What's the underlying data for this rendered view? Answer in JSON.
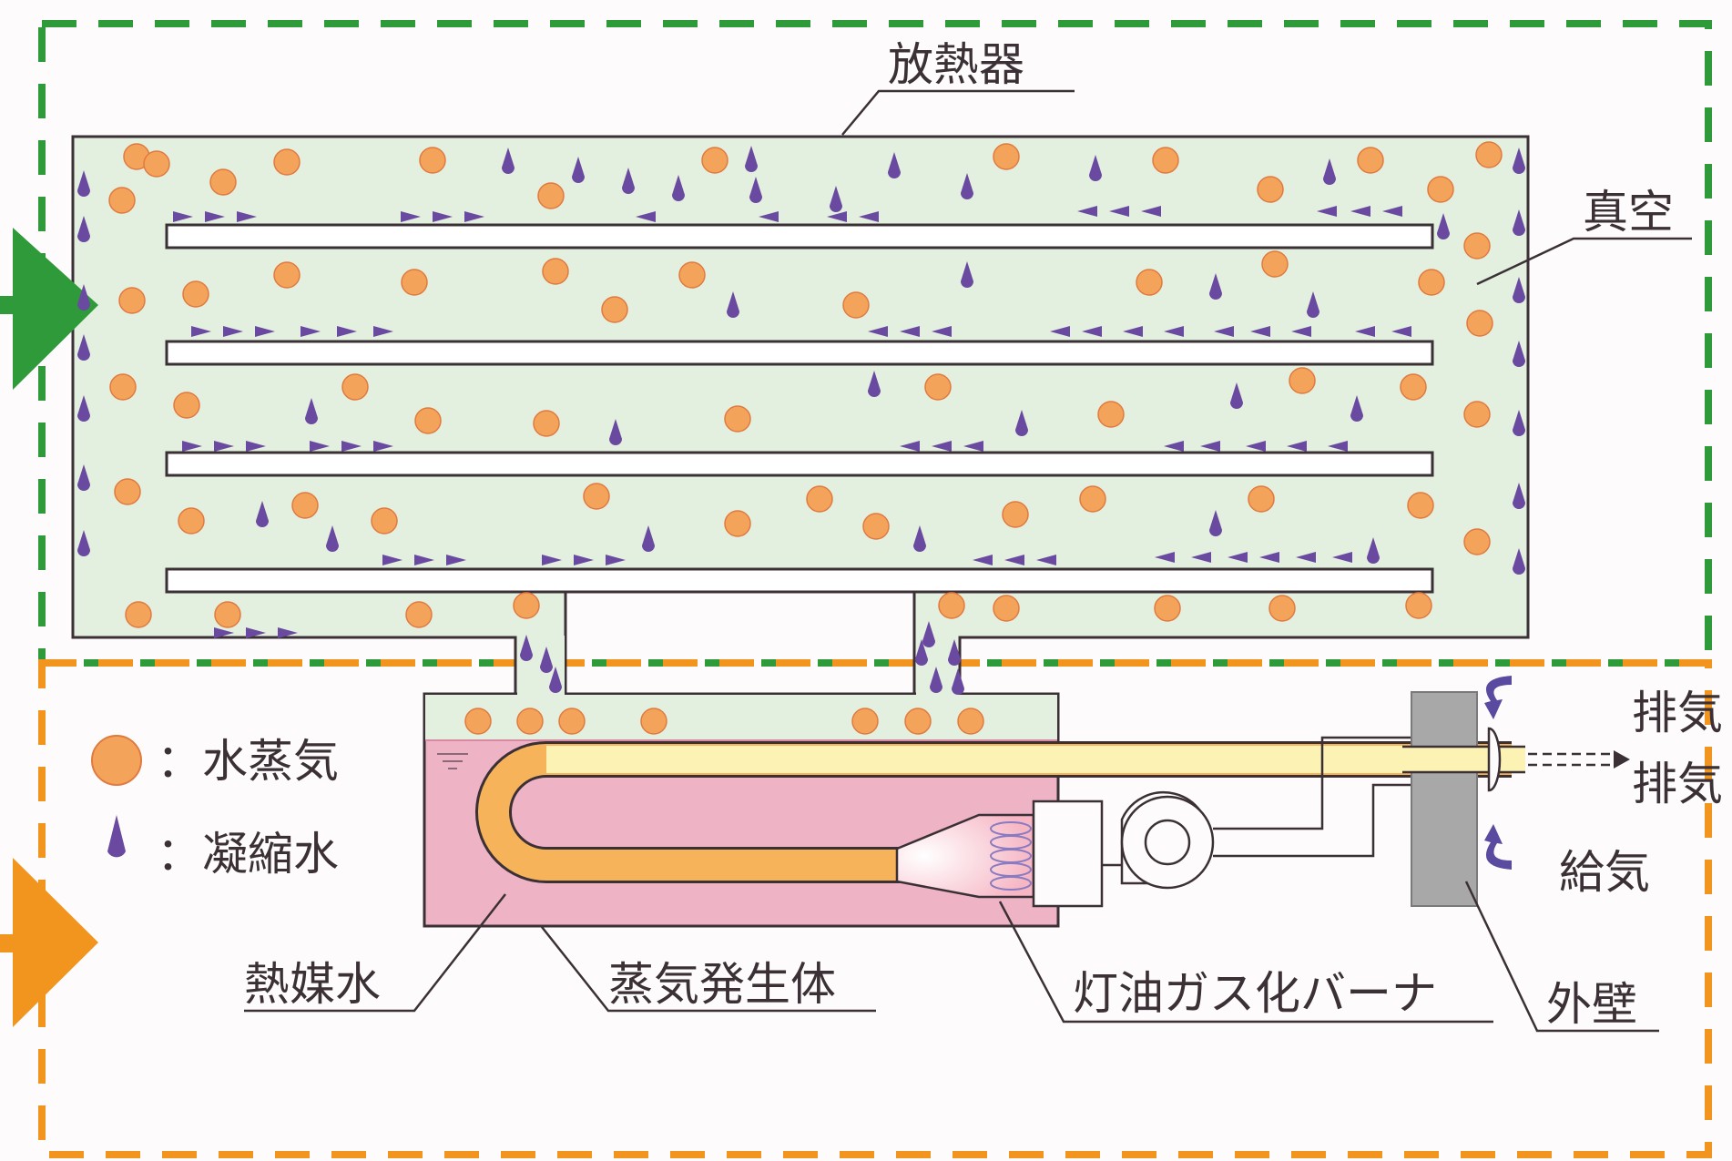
{
  "labels": {
    "radiator": "放熱器",
    "vacuum": "真空",
    "exhaust": "排気",
    "intake": "給気",
    "outer_wall": "外壁",
    "heat_medium_water": "熱媒水",
    "steam_generator": "蒸気発生体",
    "burner": "灯油ガス化バーナ"
  },
  "legend": {
    "steam": "：水蒸気",
    "condensate": "：凝縮水"
  },
  "icons": {
    "steam": "orange-circle-icon",
    "condensate": "purple-drop-icon",
    "indoor_arrow": "green-arrow-icon",
    "outdoor_arrow": "orange-arrow-icon"
  },
  "colors": {
    "green_zone": "#2e9a3a",
    "orange_zone": "#f2951e",
    "radiator_fill": "#e3efdf",
    "steam": "#f4a45a",
    "condensate": "#6a4aa0",
    "heat_medium": "#eeb4c6",
    "wall": "#a8a8a8"
  }
}
